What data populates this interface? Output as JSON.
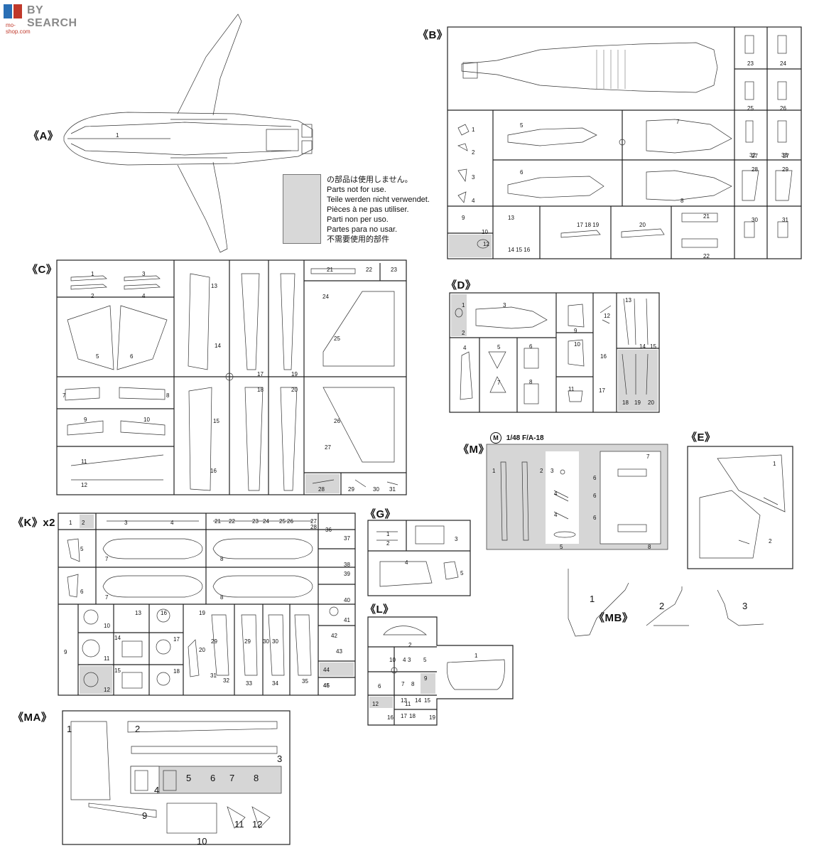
{
  "watermark": {
    "text": "BY SEARCH",
    "sub": "mo-shop.com"
  },
  "legend": {
    "lines": [
      "の部品は使用しません。",
      "Parts not for use.",
      "Teile werden nicht verwendet.",
      "Pièces à ne pas utiliser.",
      "Parti non per uso.",
      "Partes para no usar.",
      "不需要使用的部件"
    ]
  },
  "sprues": {
    "A": "《A》",
    "B": "《B》",
    "C": "《C》",
    "D": "《D》",
    "K": "《K》x2",
    "G": "《G》",
    "M": "《M》",
    "E": "《E》",
    "L": "《L》",
    "MA": "《MA》",
    "MB": "《MB》"
  },
  "m_sprue_tag": {
    "badge": "M",
    "title": "1/48  F/A-18"
  },
  "part_numbers": {
    "A": [
      "1"
    ],
    "B": [
      "1",
      "2",
      "3",
      "4",
      "5",
      "6",
      "7",
      "8",
      "9",
      "10",
      "12",
      "13",
      "14 15 16",
      "17 18 19",
      "20",
      "21",
      "22",
      "23",
      "24",
      "25",
      "26",
      "27",
      "27",
      "28",
      "29",
      "30",
      "31",
      "32",
      "33"
    ],
    "C": [
      "1",
      "2",
      "3",
      "4",
      "5",
      "6",
      "7",
      "8",
      "9",
      "10",
      "11",
      "12",
      "13",
      "14",
      "15",
      "16",
      "17",
      "18",
      "19",
      "20",
      "21",
      "22",
      "23",
      "24",
      "25",
      "26",
      "27",
      "28",
      "29",
      "30",
      "31"
    ],
    "D": [
      "1",
      "2",
      "3",
      "4",
      "5",
      "6",
      "7",
      "8",
      "9",
      "10",
      "11",
      "12",
      "13",
      "14",
      "15",
      "16",
      "17",
      "18",
      "19",
      "20"
    ],
    "K": [
      "1",
      "2",
      "3",
      "4",
      "5",
      "6",
      "7",
      "7",
      "8",
      "8",
      "9",
      "10",
      "11",
      "12",
      "13",
      "14",
      "15",
      "16",
      "17",
      "18",
      "19",
      "20",
      "21",
      "22",
      "23",
      "24",
      "25",
      "26",
      "27",
      "28",
      "29",
      "29",
      "30",
      "30",
      "31",
      "32",
      "33",
      "34",
      "35",
      "36",
      "37",
      "38",
      "39",
      "40",
      "41",
      "42",
      "43",
      "44",
      "45",
      "46"
    ],
    "G": [
      "1",
      "2",
      "3",
      "4",
      "5"
    ],
    "L": [
      "1",
      "2",
      "3",
      "4",
      "5",
      "6",
      "7",
      "8",
      "9",
      "10",
      "11",
      "12",
      "13",
      "14",
      "15",
      "16",
      "17",
      "18",
      "19"
    ],
    "M": [
      "1",
      "2",
      "3",
      "4",
      "4",
      "5",
      "6",
      "6",
      "6",
      "7",
      "8"
    ],
    "E": [
      "1",
      "2"
    ],
    "MA": [
      "1",
      "2",
      "3",
      "4",
      "5",
      "6",
      "7",
      "8",
      "9",
      "10",
      "11",
      "12"
    ],
    "MB": [
      "1",
      "2",
      "3"
    ]
  },
  "colors": {
    "shade": "#d6d6d6",
    "ink": "#111111",
    "watermark_red": "#c0392b"
  }
}
